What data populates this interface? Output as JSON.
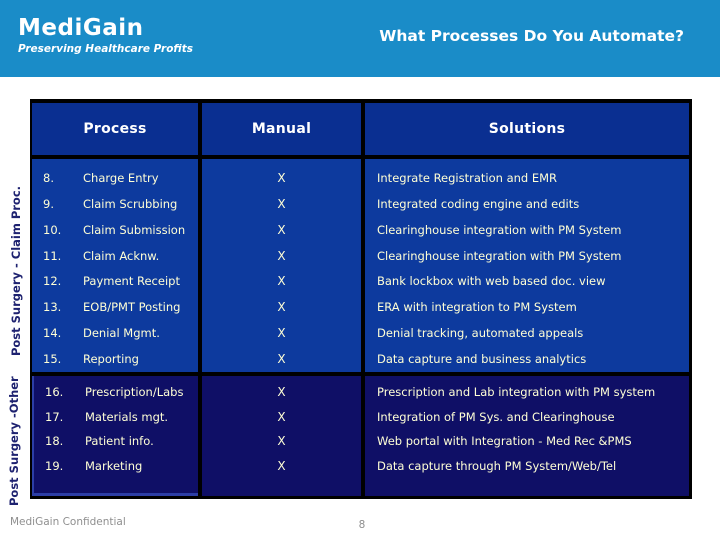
{
  "header": {
    "logo_title": "MediGain",
    "logo_subtitle": "Preserving Healthcare Profits",
    "slide_title": "What Processes Do You Automate?"
  },
  "table": {
    "columns": [
      "Process",
      "Manual",
      "Solutions"
    ],
    "sections": [
      {
        "side_label": "Post Surgery - Claim Proc.",
        "rows": [
          {
            "num": "8.",
            "process": "Charge Entry",
            "manual": "X",
            "solution": "Integrate Registration and EMR"
          },
          {
            "num": "9.",
            "process": "Claim Scrubbing",
            "manual": "X",
            "solution": "Integrated coding engine and edits"
          },
          {
            "num": "10.",
            "process": "Claim Submission",
            "manual": "X",
            "solution": "Clearinghouse integration with PM System"
          },
          {
            "num": "11.",
            "process": "Claim Acknw.",
            "manual": "X",
            "solution": "Clearinghouse integration with PM System"
          },
          {
            "num": "12.",
            "process": "Payment Receipt",
            "manual": "X",
            "solution": "Bank lockbox with web based doc. view"
          },
          {
            "num": "13.",
            "process": "EOB/PMT Posting",
            "manual": "X",
            "solution": "ERA with integration to PM System"
          },
          {
            "num": "14.",
            "process": "Denial Mgmt.",
            "manual": "X",
            "solution": "Denial tracking, automated appeals"
          },
          {
            "num": "15.",
            "process": "Reporting",
            "manual": "X",
            "solution": "Data capture and business analytics"
          }
        ]
      },
      {
        "side_label": "Post Surgery -Other",
        "rows": [
          {
            "num": "16.",
            "process": "Prescription/Labs",
            "manual": "X",
            "solution": "Prescription and Lab integration with PM system"
          },
          {
            "num": "17.",
            "process": "Materials mgt.",
            "manual": "X",
            "solution": "Integration of PM Sys. and Clearinghouse"
          },
          {
            "num": "18.",
            "process": "Patient info.",
            "manual": "X",
            "solution": "Web portal with Integration - Med Rec &PMS"
          },
          {
            "num": "19.",
            "process": "Marketing",
            "manual": "X",
            "solution": "Data capture through PM System/Web/Tel"
          }
        ]
      }
    ]
  },
  "footer": {
    "confidential": "MediGain Confidential",
    "page_number": "8"
  },
  "colors": {
    "banner": "#1a8cc8",
    "hdr": "#0a2f91",
    "sec1": "#0d3a9e",
    "sec2": "#0f0f66",
    "cream": "#ffffd6"
  }
}
